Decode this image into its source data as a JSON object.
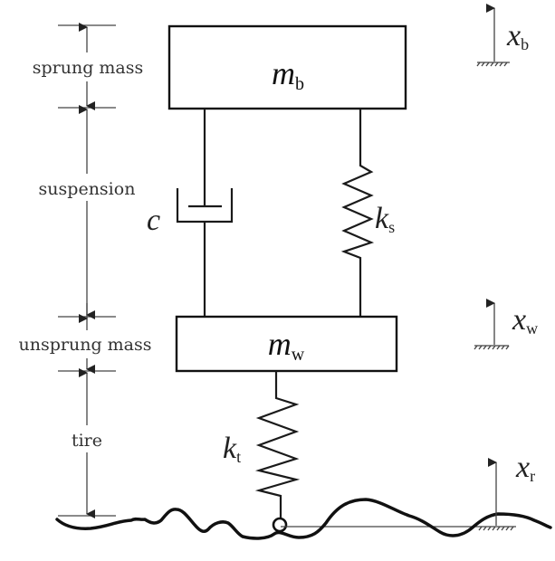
{
  "diagram": {
    "title": "Quarter-car suspension model",
    "dimension_labels": {
      "sprung_mass": "sprung mass",
      "suspension": "suspension",
      "unsprung_mass": "unsprung mass",
      "tire": "tire"
    },
    "masses": {
      "body": {
        "symbol": "m",
        "subscript": "b"
      },
      "wheel": {
        "symbol": "m",
        "subscript": "w"
      }
    },
    "elements": {
      "damper": {
        "symbol": "c"
      },
      "suspension_spring": {
        "symbol": "k",
        "subscript": "s"
      },
      "tire_spring": {
        "symbol": "k",
        "subscript": "t"
      }
    },
    "displacements": {
      "body": {
        "symbol": "x",
        "subscript": "b"
      },
      "wheel": {
        "symbol": "x",
        "subscript": "w"
      },
      "road": {
        "symbol": "x",
        "subscript": "r"
      }
    },
    "colors": {
      "line": "#111111",
      "text": "#333333",
      "background": "#ffffff"
    }
  }
}
